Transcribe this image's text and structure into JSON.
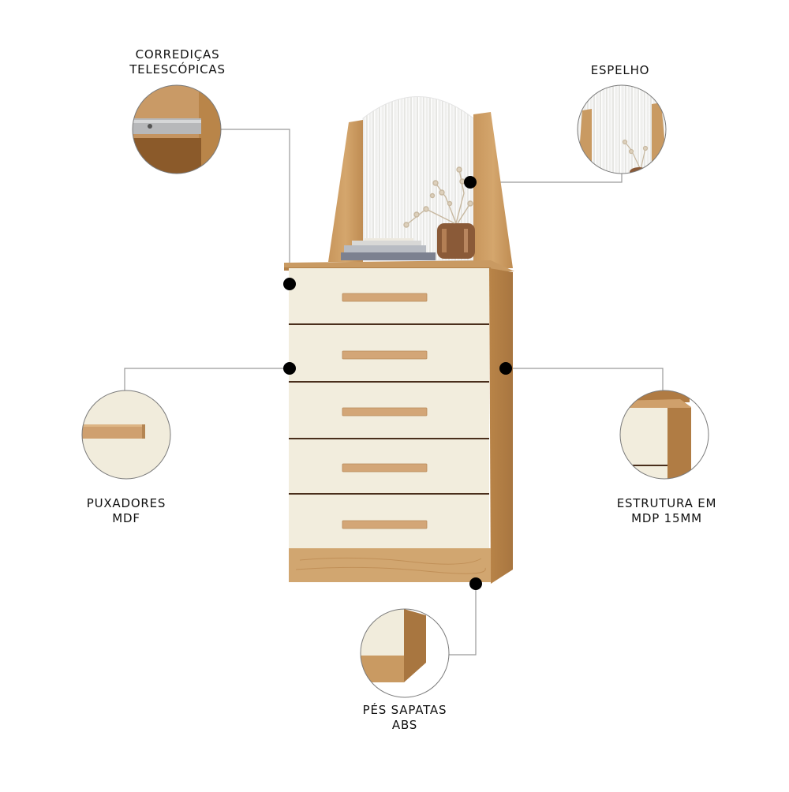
{
  "product": {
    "type": "dresser with mirror (cômoda com espelho)",
    "colors": {
      "wood": "#c99a62",
      "wood_dark": "#a9743e",
      "cream": "#f2eddd",
      "marker": "#000000",
      "leader_line": "#9a9a9a"
    },
    "drawer_count": 5
  },
  "features": [
    {
      "id": "slides",
      "line1": "CORREDIÇAS",
      "line2": "TELESCÓPICAS",
      "detail": "telescopic drawer slide (metal rail on wood)"
    },
    {
      "id": "mirror",
      "line1": "ESPELHO",
      "line2": "",
      "detail": "arched mirror with wooden side supports"
    },
    {
      "id": "handles",
      "line1": "PUXADORES",
      "line2": "MDF",
      "detail": "wooden MDF bar handle on cream drawer"
    },
    {
      "id": "structure",
      "line1": "ESTRUTURA EM",
      "line2": "MDP 15MM",
      "detail": "top corner of wood carcass"
    },
    {
      "id": "feet",
      "line1": "PÉS SAPATAS",
      "line2": "ABS",
      "detail": "bottom corner base / plinth"
    }
  ]
}
